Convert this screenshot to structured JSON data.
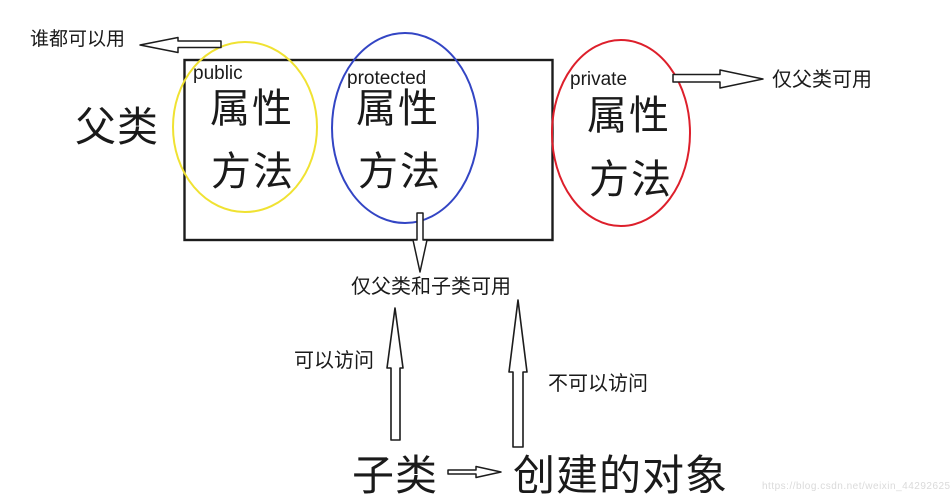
{
  "diagram": {
    "parent_class_label": "父类",
    "subclass_label": "子类",
    "created_object_label": "创建的对象",
    "sections": [
      {
        "modifier": "public",
        "attributes": "属性",
        "methods": "方法",
        "color": "#f0e232"
      },
      {
        "modifier": "protected",
        "attributes": "属性",
        "methods": "方法",
        "color": "#3345c4"
      },
      {
        "modifier": "private",
        "attributes": "属性",
        "methods": "方法",
        "color": "#dd1f2b"
      }
    ],
    "notes": {
      "public_note": "谁都可以用",
      "private_note": "仅父类可用",
      "protected_note": "仅父类和子类可用",
      "can_access": "可以访问",
      "cannot_access": "不可以访问"
    },
    "watermark": "https://blog.csdn.net/weixin_44292625",
    "line_color": "#1c1c1c",
    "background_color": "#ffffff"
  }
}
